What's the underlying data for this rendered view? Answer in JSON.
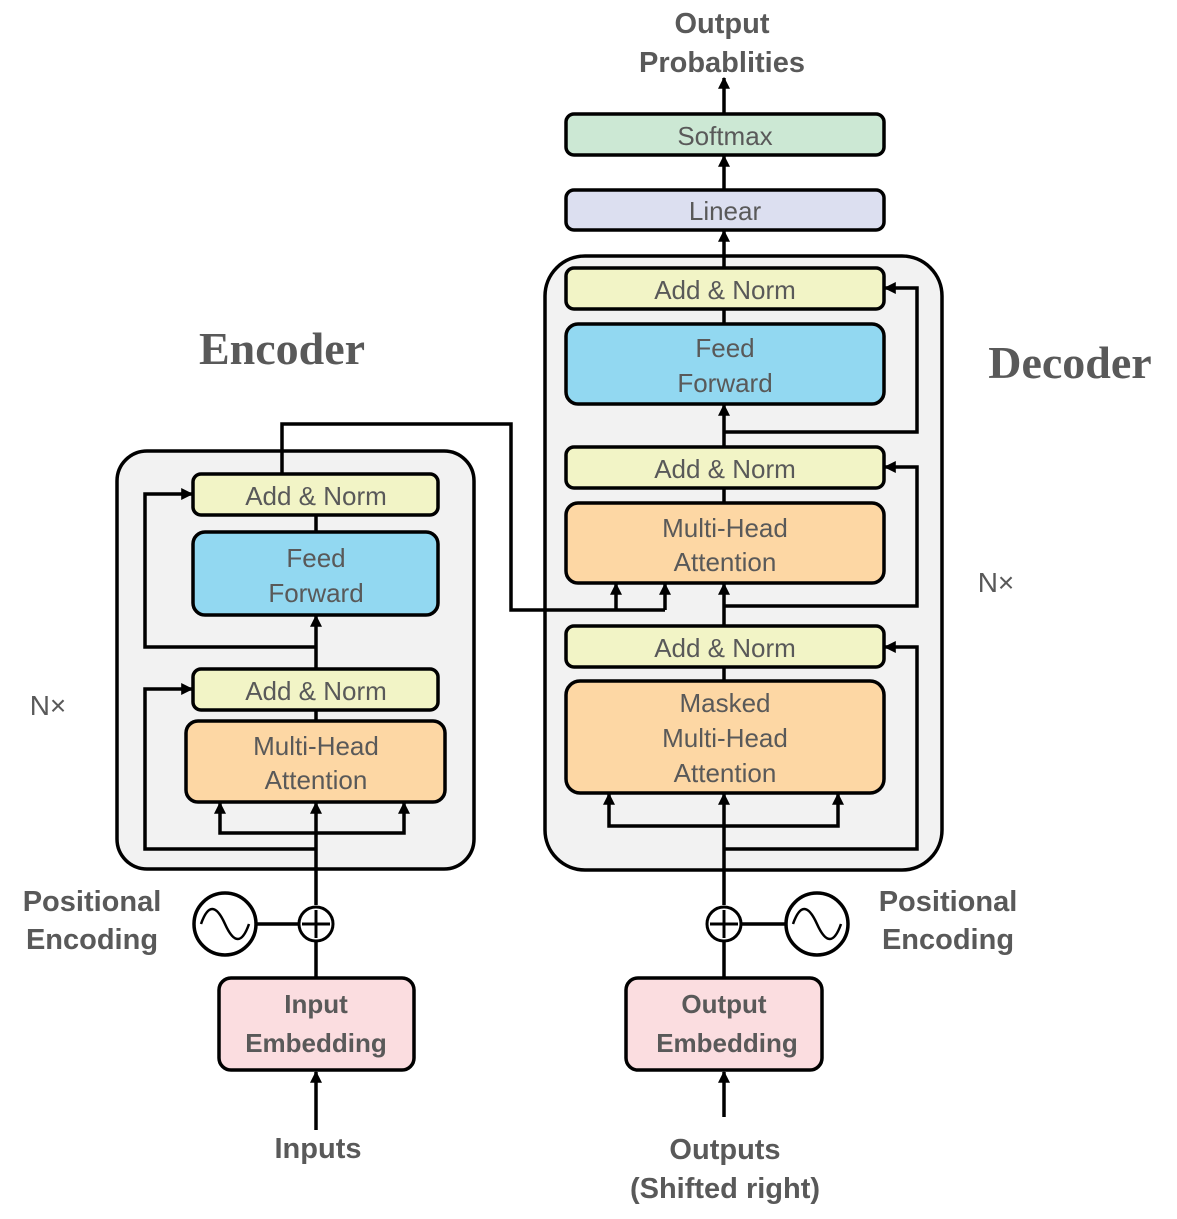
{
  "colors": {
    "add_norm": "#f2f4c6",
    "feed_forward": "#92d8f1",
    "attention": "#fdd7a4",
    "embedding": "#fbdde0",
    "linear": "#dcdff0",
    "softmax": "#cce8d4",
    "stack_bg": "#f2f2f2",
    "text": "#595959"
  },
  "encoder": {
    "title": "Encoder",
    "repeat": "N×",
    "add_norm_top": "Add & Norm",
    "feed_forward": [
      "Feed",
      "Forward"
    ],
    "add_norm_bottom": "Add & Norm",
    "attention": [
      "Multi-Head",
      "Attention"
    ],
    "positional_encoding": [
      "Positional",
      "Encoding"
    ],
    "embedding": [
      "Input",
      "Embedding"
    ],
    "input_label": "Inputs"
  },
  "decoder": {
    "title": "Decoder",
    "repeat": "N×",
    "add_norm_top": "Add & Norm",
    "feed_forward": [
      "Feed",
      "Forward"
    ],
    "add_norm_mid": "Add & Norm",
    "cross_attention": [
      "Multi-Head",
      "Attention"
    ],
    "add_norm_bottom": "Add & Norm",
    "masked_attention": [
      "Masked",
      "Multi-Head",
      "Attention"
    ],
    "positional_encoding": [
      "Positional",
      "Encoding"
    ],
    "embedding": [
      "Output",
      "Embedding"
    ],
    "input_label": [
      "Outputs",
      "(Shifted right)"
    ]
  },
  "head": {
    "linear": "Linear",
    "softmax": "Softmax",
    "output_label": [
      "Output",
      "Probablities"
    ]
  },
  "icons": {
    "add": "circle-plus-icon",
    "positional_wave": "sine-wave-icon",
    "arrow": "arrow-head-icon"
  }
}
